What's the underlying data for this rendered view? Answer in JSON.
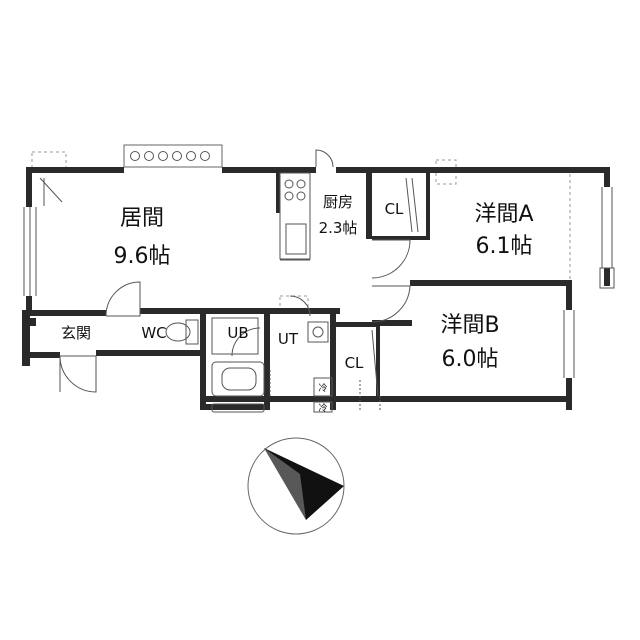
{
  "rooms": {
    "living": {
      "name": "居間",
      "size": "9.6帖"
    },
    "kitchen": {
      "name": "厨房",
      "size": "2.3帖"
    },
    "western_a": {
      "name": "洋間A",
      "size": "6.1帖"
    },
    "western_b": {
      "name": "洋間B",
      "size": "6.0帖"
    },
    "entrance": {
      "name": "玄関"
    },
    "toilet": {
      "name": "WC"
    },
    "bath": {
      "name": "UB"
    },
    "utility": {
      "name": "UT"
    },
    "closet_a": {
      "name": "CL"
    },
    "closet_b": {
      "name": "CL"
    },
    "washer_1": {
      "name": "冷"
    },
    "washer_2": {
      "name": "冷"
    }
  },
  "compass": {
    "icon": "north-arrow-icon",
    "rotation_deg": -40
  },
  "colors": {
    "wall": "#2a2a2a",
    "line": "#555555",
    "dash": "#999999"
  }
}
